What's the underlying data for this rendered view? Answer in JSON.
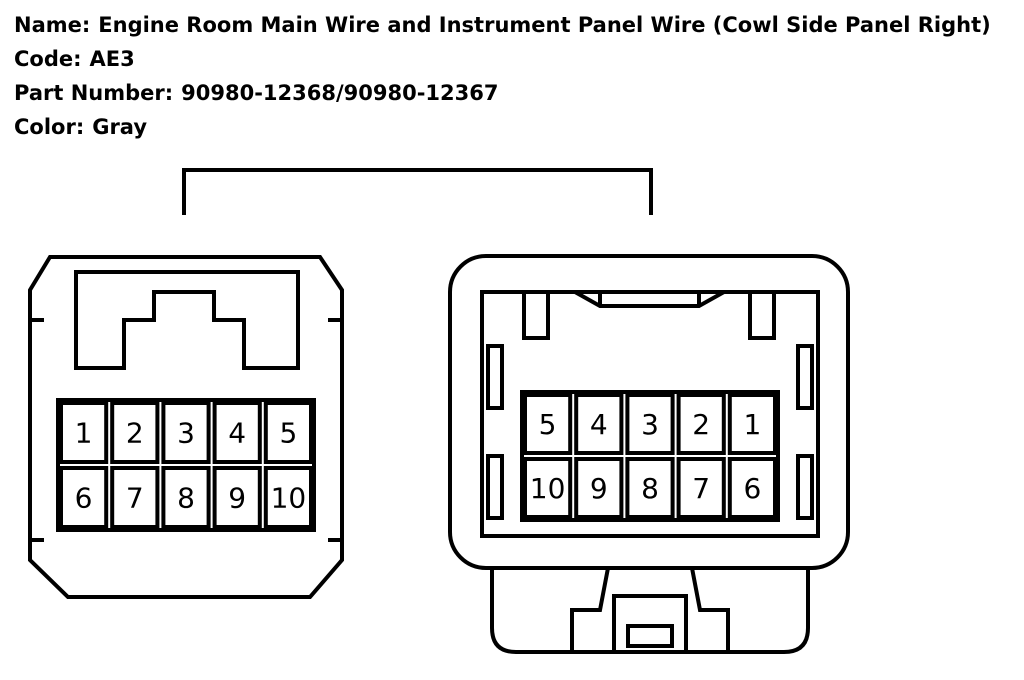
{
  "info": {
    "name_label": "Name:",
    "name_value": "Engine Room Main Wire and Instrument Panel Wire (Cowl Side Panel Right)",
    "code_label": "Code:",
    "code_value": "AE3",
    "part_label": "Part Number:",
    "part_value": "90980-12368/90980-12367",
    "color_label": "Color:",
    "color_value": "Gray"
  },
  "left_connector": {
    "pins_top": [
      "1",
      "2",
      "3",
      "4",
      "5"
    ],
    "pins_bottom": [
      "6",
      "7",
      "8",
      "9",
      "10"
    ]
  },
  "right_connector": {
    "pins_top": [
      "5",
      "4",
      "3",
      "2",
      "1"
    ],
    "pins_bottom": [
      "10",
      "9",
      "8",
      "7",
      "6"
    ]
  },
  "colors": {
    "line": "#000000",
    "background": "#ffffff"
  }
}
